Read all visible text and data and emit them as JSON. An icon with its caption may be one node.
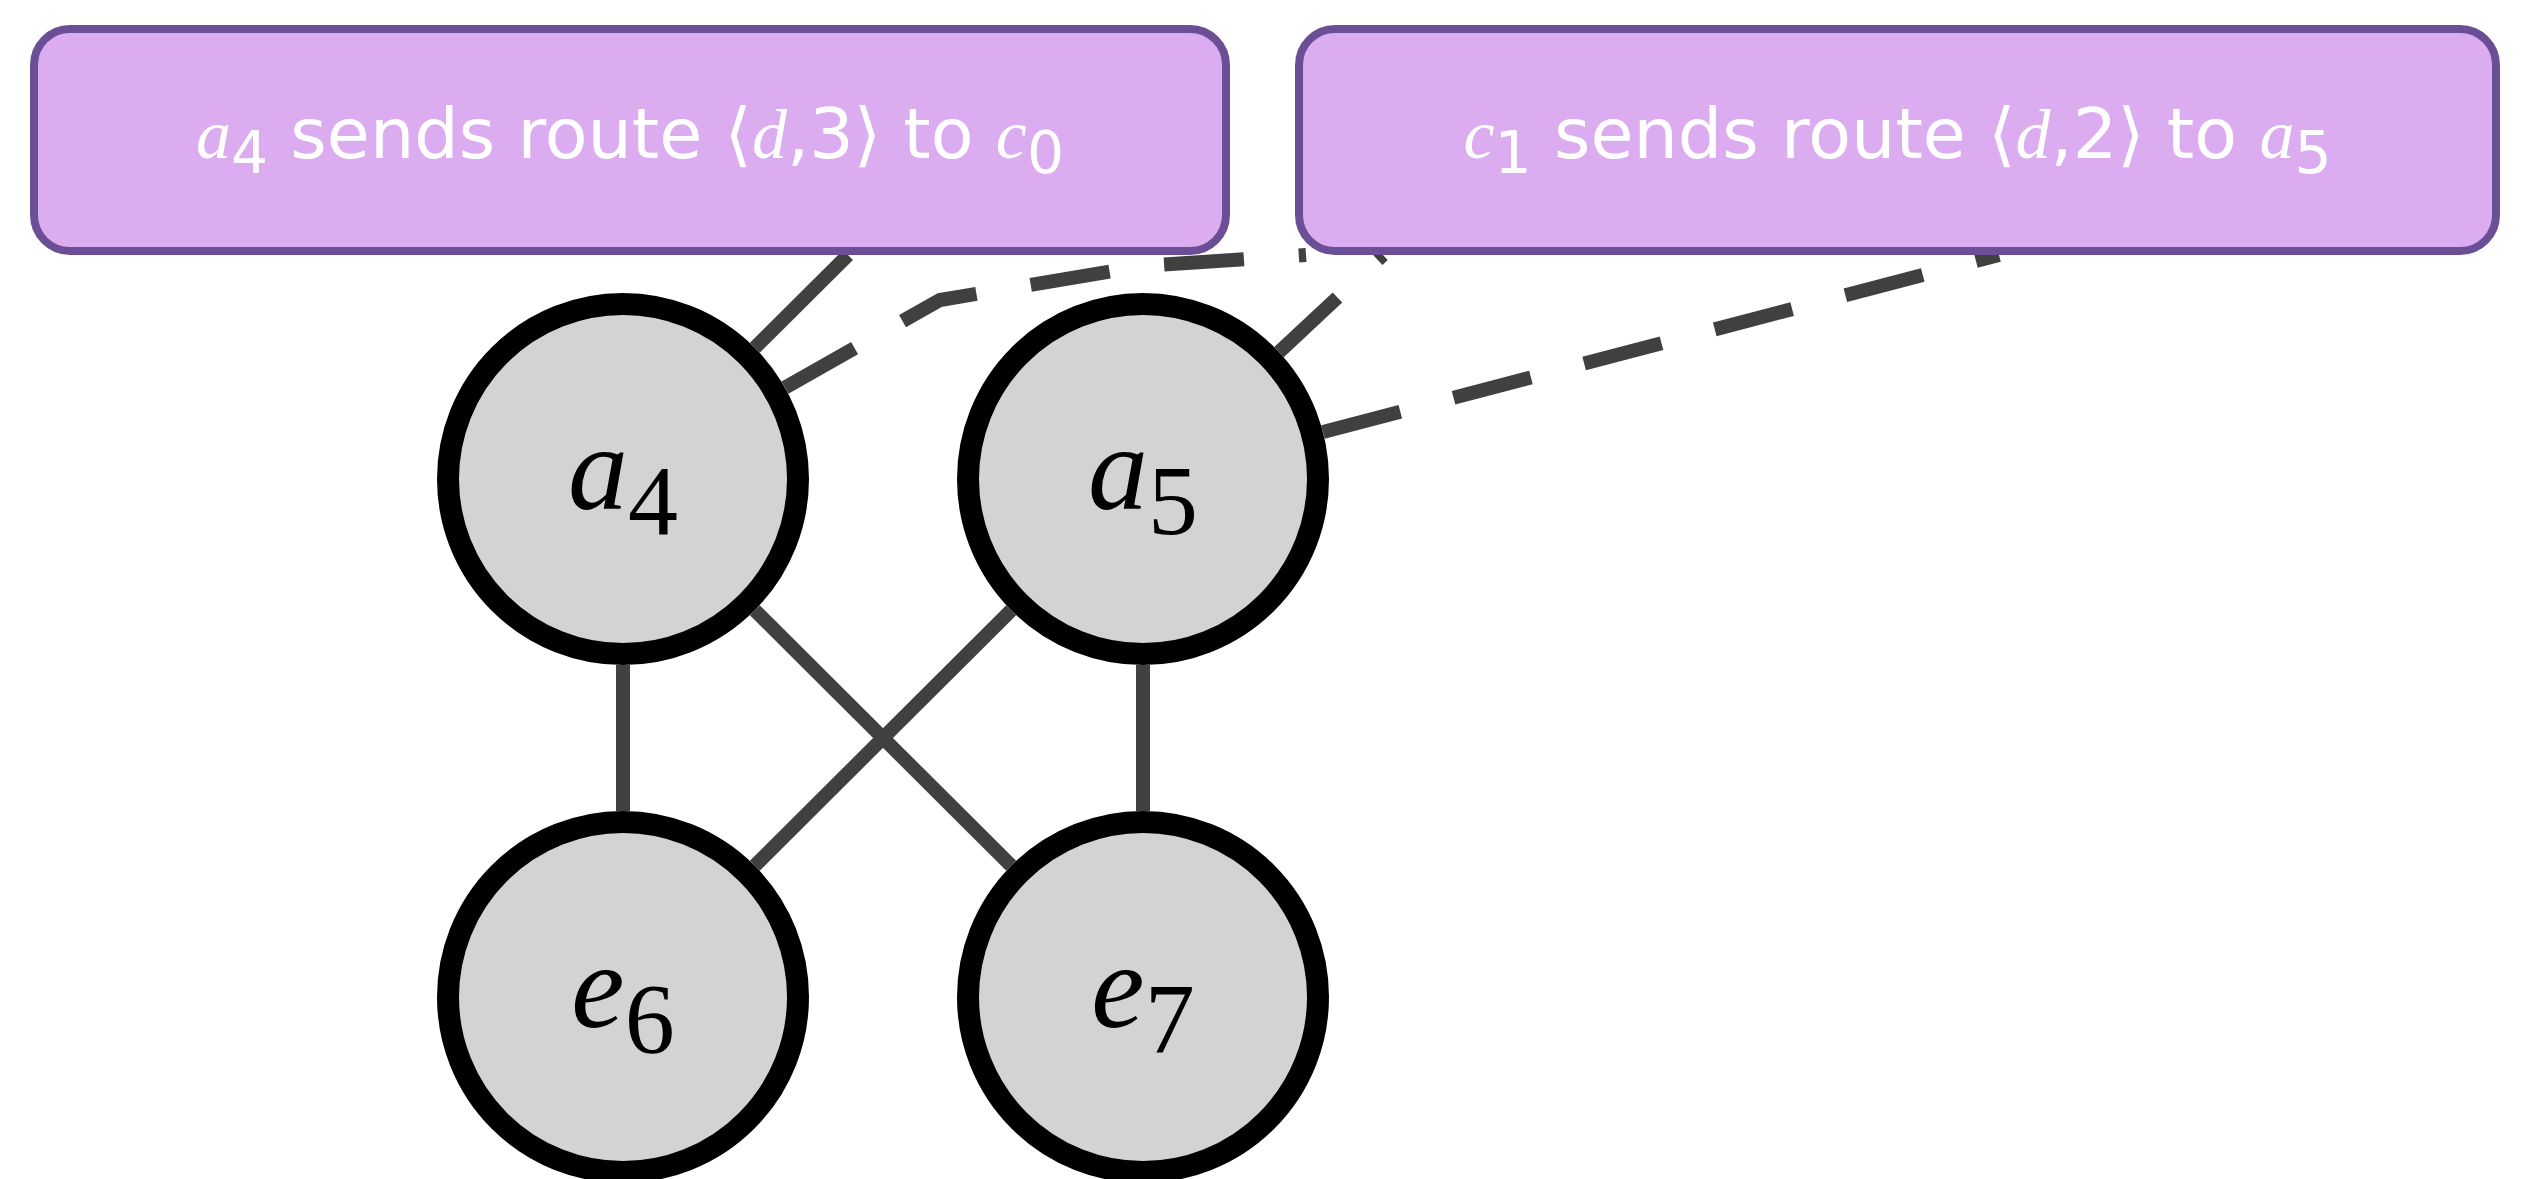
{
  "diagram": {
    "nodes": [
      {
        "text": [
          "*a*$_{4}$ sends route ⟨*d*,3⟩ to *c*$_{0}$"
        ]
      },
      {
        "text": [
          "*c*$_{1}$ sends route ⟨*d*,2⟩ to *a*$_{5}$"
        ]
      },
      {
        "text": [
          "*a*$_{4}$"
        ]
      },
      {
        "text": [
          "*a*$_{5}$"
        ]
      },
      {
        "text": [
          "*e*$_{6}$"
        ]
      },
      {
        "text": [
          "*e*$_{7}$"
        ]
      }
    ],
    "edges": [
      {
        "from": 2,
        "to": 4,
        "arrow": "none"
      },
      {
        "from": 2,
        "to": 5,
        "arrow": "none"
      },
      {
        "from": 3,
        "to": 4,
        "arrow": "none"
      },
      {
        "from": 3,
        "to": 5,
        "arrow": "none"
      },
      {
        "from": 2,
        "to": 0,
        "arrow": "none"
      },
      {
        "from": 2,
        "to": 1,
        "arrow": "none",
        "style": "dashed"
      },
      {
        "from": 3,
        "to": 1,
        "arrow": "none",
        "style": "dashed"
      },
      {
        "from": 3,
        "to": 1,
        "arrow": "none",
        "style": "dashed"
      }
    ]
  }
}
